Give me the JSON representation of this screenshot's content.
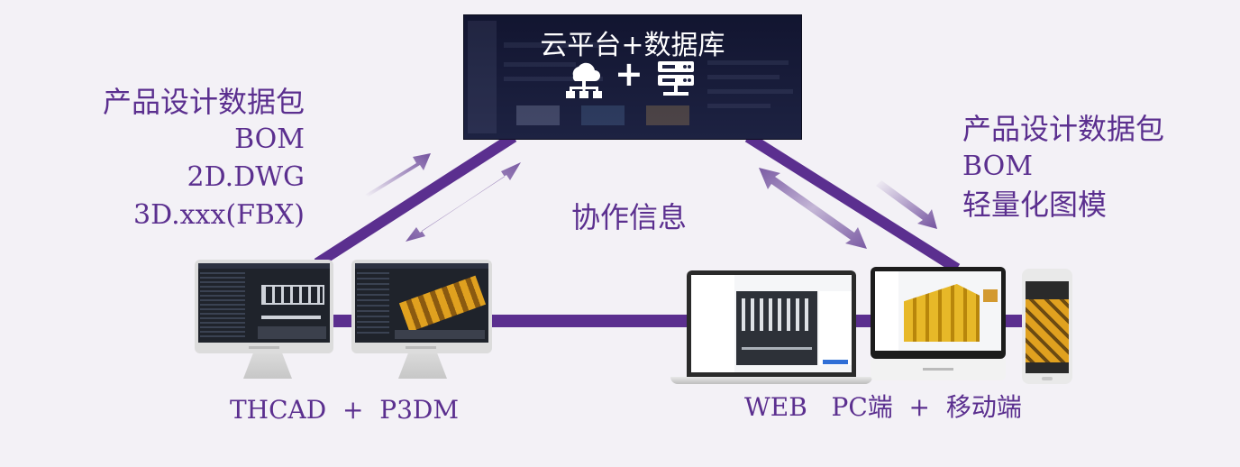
{
  "cloud": {
    "title": "云平台+数据库",
    "plus": "+",
    "icons": [
      "cloud-network-icon",
      "server-icon"
    ]
  },
  "left_info": {
    "heading": "产品设计数据包",
    "items": [
      "BOM",
      "2D.DWG",
      "3D.xxx(FBX)"
    ]
  },
  "right_info": {
    "heading": "产品设计数据包",
    "items": [
      "BOM",
      "轻量化图模"
    ]
  },
  "middle": {
    "label": "协作信息"
  },
  "captions": {
    "left": "THCAD  +  P3DM",
    "right": "WEB   PC端  +  移动端"
  },
  "colors": {
    "line": "#5b2f8f",
    "text": "#5b2f8f",
    "cloud_bg": "#121530",
    "arrow": "#6d4a9a"
  }
}
